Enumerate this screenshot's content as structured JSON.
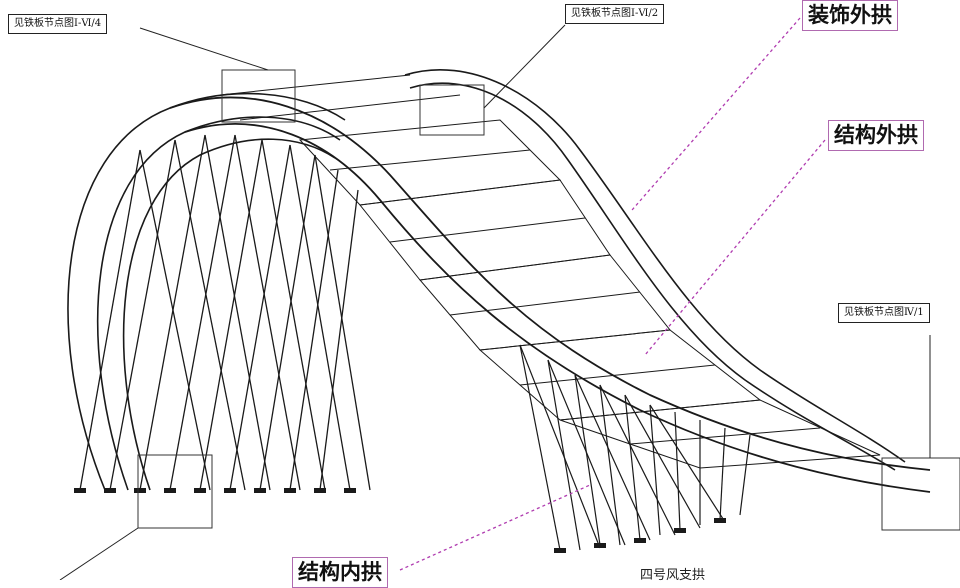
{
  "callouts": {
    "top_left": "见铁板节点图Ⅰ-Ⅵ/4",
    "top_center": "见铁板节点图Ⅰ-Ⅵ/2",
    "right_middle": "见铁板节点图Ⅳ/1"
  },
  "labels": {
    "decorative_outer_arch": "装饰外拱",
    "structural_outer_arch": "结构外拱",
    "structural_inner_arch": "结构内拱"
  },
  "caption": "四号风支拱",
  "colors": {
    "line": "#1a1a1a",
    "leader_magenta": "#b03cb0",
    "label_border": "#b06ab0"
  }
}
